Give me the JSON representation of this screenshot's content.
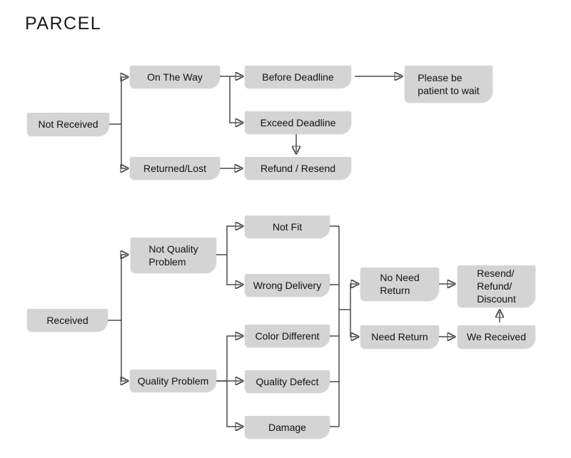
{
  "title": "PARCEL",
  "colors": {
    "node_fill": "#d4d4d4",
    "edge_line": "#4a4a4a",
    "arrowhead": "#000000",
    "text": "#111111",
    "background": "#ffffff"
  },
  "flowchart": {
    "nodes": {
      "not_received": "Not Received",
      "on_the_way": "On The Way",
      "before_deadline": "Before Deadline",
      "please_wait": "Please be\npatient to wait",
      "exceed_deadline": "Exceed Deadline",
      "returned_lost": "Returned/Lost",
      "refund_resend": "Refund / Resend",
      "received": "Received",
      "not_quality_problem": "Not Quality\nProblem",
      "not_fit": "Not Fit",
      "wrong_delivery": "Wrong Delivery",
      "quality_problem": "Quality Problem",
      "color_different": "Color Different",
      "quality_defect": "Quality Defect",
      "damage": "Damage",
      "no_need_return": "No Need\nReturn",
      "need_return": "Need Return",
      "resend_refund_discount": "Resend/\nRefund/\nDiscount",
      "we_received": "We Received"
    }
  }
}
